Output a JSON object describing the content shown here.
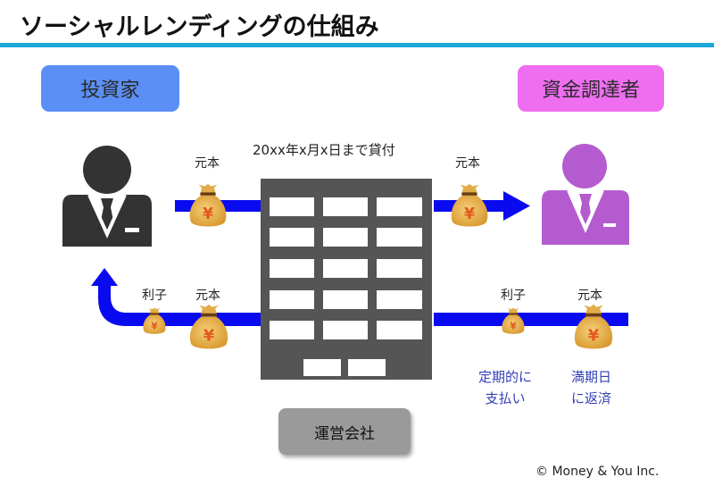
{
  "header": {
    "title": "ソーシャルレンディングの仕組み"
  },
  "roles": {
    "investor": "投資家",
    "borrower": "資金調達者",
    "operator": "運営会社"
  },
  "flow": {
    "loan_period": "20xx年x月x日まで貸付",
    "top_left_bag_label": "元本",
    "top_right_bag_label": "元本",
    "bottom_left_interest_label": "利子",
    "bottom_left_principal_label": "元本",
    "bottom_right_interest_label": "利子",
    "bottom_right_principal_label": "元本",
    "interest_note_line1": "定期的に",
    "interest_note_line2": "支払い",
    "principal_note_line1": "満期日",
    "principal_note_line2": "に返済",
    "currency_symbol": "¥"
  },
  "footer": {
    "copyright": "© Money & You Inc."
  },
  "colors": {
    "accent_rule": "#1fa6dc",
    "investor": "#5b8ff5",
    "borrower": "#ef6ef0",
    "operator": "#9a9a9a",
    "arrow": "#0a0af0",
    "investor_icon": "#333333",
    "borrower_icon": "#b45ccf",
    "building": "#555555",
    "note_text": "#3340b4"
  }
}
